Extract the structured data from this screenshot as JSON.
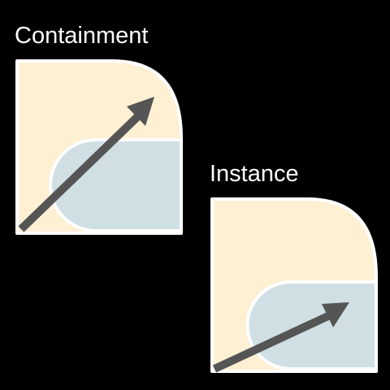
{
  "icons": [
    {
      "label": "Containment",
      "icon_name": "containment-icon",
      "arrow": "long-diagonal"
    },
    {
      "label": "Instance",
      "icon_name": "instance-icon",
      "arrow": "short-diagonal"
    }
  ],
  "colors": {
    "background": "#000000",
    "outline": "#ffffff",
    "upper_fill": "#fdf0d3",
    "lower_fill": "#d0dfe3",
    "arrow": "#555555",
    "text": "#ffffff"
  }
}
